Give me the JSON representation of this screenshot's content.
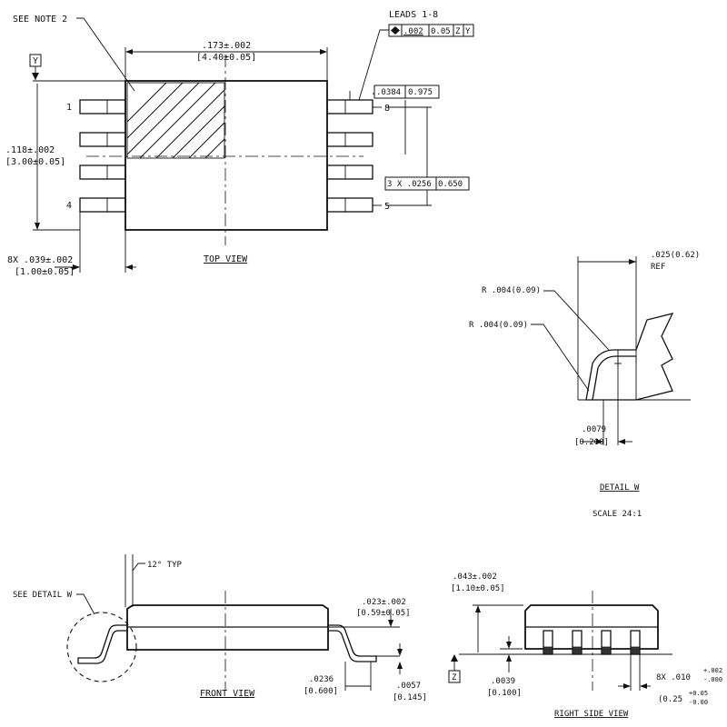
{
  "labels": {
    "see_note_2": "SEE NOTE 2",
    "leads": "LEADS 1-8",
    "tol_flatness": ".002",
    "tol_flatness_mm": "0.05",
    "datum_z": "Z",
    "datum_y": "Y",
    "body_width_in": ".173±.002",
    "body_width_mm": "[4.40±0.05]",
    "body_length_in": ".118±.002",
    "body_length_mm": "[3.00±0.05]",
    "lead_span_in": ".0384",
    "lead_span_mm": "0.975",
    "pitch_in": "3 X .0256",
    "pitch_mm": "0.650",
    "pin1": "1",
    "pin4": "4",
    "pin5": "5",
    "pin8": "8",
    "lead_width_in": "8X .039±.002",
    "lead_width_mm": "[1.00±0.05]",
    "top_view": "TOP VIEW",
    "ref_in": ".025(0.62)",
    "ref": "REF",
    "radius1": "R .004(0.09)",
    "radius2": "R .004(0.09)",
    "foot_in": ".0079",
    "foot_mm": "[0.200]",
    "detail_w": "DETAIL W",
    "scale": "SCALE 24:1",
    "typ_angle": "12° TYP",
    "see_detail_w": "SEE DETAIL W",
    "height_body_in": ".023±.002",
    "height_body_mm": "[0.59±0.05]",
    "lead_len_in": ".0236",
    "lead_len_mm": "[0.600]",
    "lead_thk_in": ".0057",
    "lead_thk_mm": "[0.145]",
    "front_view": "FRONT VIEW",
    "total_h_in": ".043±.002",
    "total_h_mm": "[1.10±0.05]",
    "standoff_in": ".0039",
    "standoff_mm": "[0.100]",
    "lead_w2_in": "8X .010",
    "lead_w2_tol_plus": "+.002",
    "lead_w2_tol_minus": "-.000",
    "lead_w2_mm": "(0.25",
    "lead_w2_mm_tol_plus": "+0.05",
    "lead_w2_mm_tol_minus": "-0.00",
    "right_side_view": "RIGHT SIDE VIEW"
  }
}
